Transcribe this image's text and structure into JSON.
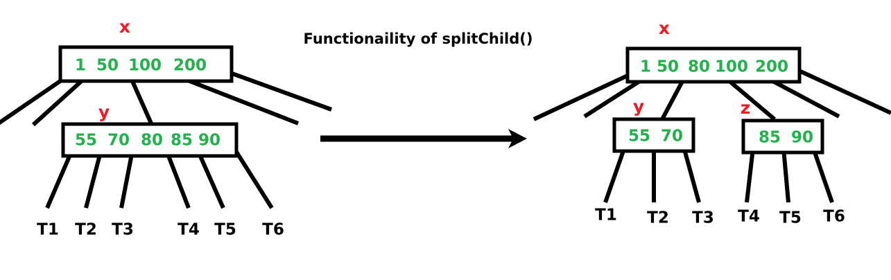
{
  "title": "Functionaility of splitChild()",
  "colors": {
    "key": "#22b14c",
    "node_label": "#ed1c24",
    "line": "#000000",
    "background": "#ffffff"
  },
  "before": {
    "root": {
      "label": "x",
      "keys": [
        "1",
        "50",
        "100",
        "200"
      ]
    },
    "child": {
      "label": "y",
      "keys": [
        "55",
        "70",
        "80",
        "85",
        "90"
      ]
    },
    "leaves": [
      "T1",
      "T2",
      "T3",
      "T4",
      "T5",
      "T6"
    ]
  },
  "after": {
    "root": {
      "label": "x",
      "keys": [
        "1",
        "50",
        "80",
        "100",
        "200"
      ]
    },
    "left_child": {
      "label": "y",
      "keys": [
        "55",
        "70"
      ]
    },
    "right_child": {
      "label": "z",
      "keys": [
        "85",
        "90"
      ]
    },
    "leaves": [
      "T1",
      "T2",
      "T3",
      "T4",
      "T5",
      "T6"
    ]
  },
  "arrow": {
    "direction": "right"
  }
}
